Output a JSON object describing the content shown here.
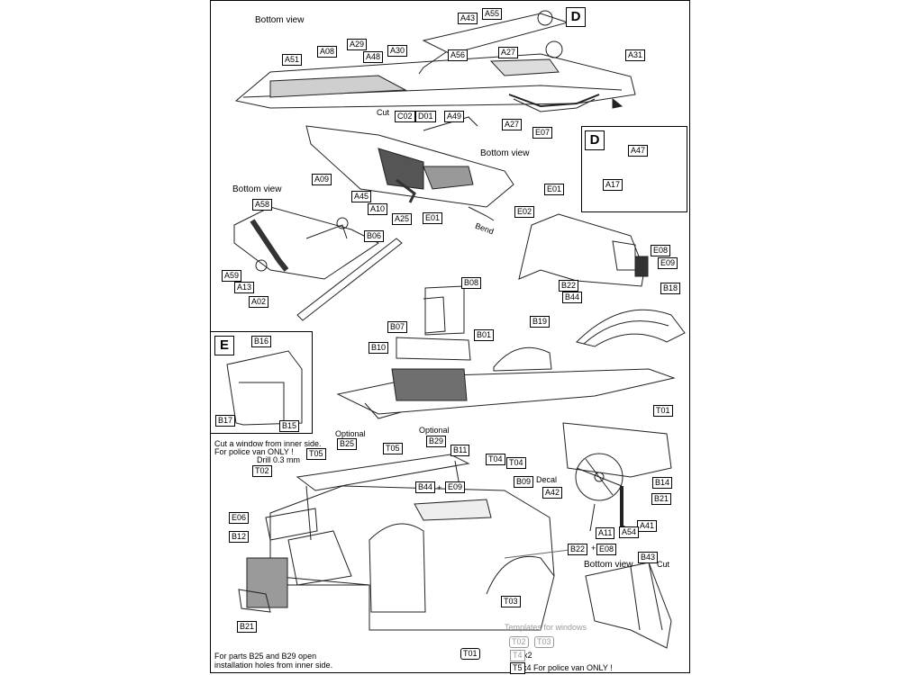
{
  "views": {
    "bottom_view_1": "Bottom view",
    "bottom_view_2": "Bottom view",
    "bottom_view_3": "Bottom view",
    "bottom_view_4": "Bottom view"
  },
  "insets": {
    "D": "D",
    "E": "E"
  },
  "notes": {
    "cut_1": "Cut",
    "cut_2": "Cut",
    "bend": "Bend",
    "decal": "Decal",
    "drill": "Drill 0.3 mm",
    "optional_1": "Optional",
    "optional_2": "Optional",
    "cut_window_line1": "Cut a window from inner side.",
    "cut_window_line2": "For police van ONLY !",
    "open_holes_line1": "For parts B25 and B29 open",
    "open_holes_line2": "installation holes from inner side.",
    "templates": "Templates for windows",
    "x2": "x2",
    "x4_police": "x4 For police van ONLY !",
    "plus": "+"
  },
  "parts": {
    "A43": "A43",
    "A55": "A55",
    "A56": "A56",
    "A27a": "A27",
    "A31": "A31",
    "A51": "A51",
    "A08": "A08",
    "A29": "A29",
    "A48": "A48",
    "A30": "A30",
    "C02": "C02",
    "D01": "D01",
    "A49": "A49",
    "A27b": "A27",
    "E07": "E07",
    "A47": "A47",
    "A17": "A17",
    "A09": "A09",
    "E01a": "E01",
    "A45": "A45",
    "A10": "A10",
    "A25": "A25",
    "E01b": "E01",
    "E02": "E02",
    "A58": "A58",
    "B06": "B06",
    "A59": "A59",
    "A13": "A13",
    "A02": "A02",
    "E08a": "E08",
    "E09a": "E09",
    "B22a": "B22",
    "B44a": "B44",
    "B18": "B18",
    "B08": "B08",
    "B07": "B07",
    "B01": "B01",
    "B19": "B19",
    "B10": "B10",
    "B16": "B16",
    "B17": "B17",
    "B15": "B15",
    "T01a": "T01",
    "B25": "B25",
    "B29": "B29",
    "T05a": "T05",
    "T05b": "T05",
    "B11": "B11",
    "T04a": "T04",
    "T04b": "T04",
    "T02": "T02",
    "B44b": "B44",
    "E09b": "E09",
    "B09": "B09",
    "E06": "E06",
    "B12": "B12",
    "A42": "A42",
    "B14": "B14",
    "B21a": "B21",
    "A41": "A41",
    "A11": "A11",
    "A54": "A54",
    "B22b": "B22",
    "E08b": "E08",
    "B43": "B43",
    "T03a": "T03",
    "B21b": "B21",
    "T02t": "T02",
    "T03t": "T03",
    "T01t": "T01",
    "T4": "T4",
    "T5": "T5"
  }
}
